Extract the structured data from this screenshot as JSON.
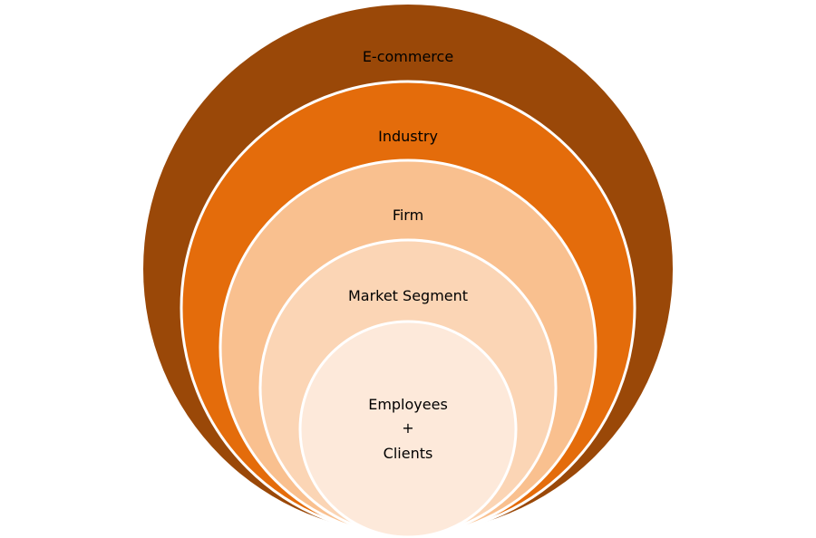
{
  "diagram": {
    "layers": [
      {
        "label": "E-commerce",
        "color": "#9A4808"
      },
      {
        "label": "Industry",
        "color": "#E46C0B"
      },
      {
        "label": "Firm",
        "color": "#F9C08F"
      },
      {
        "label": "Market Segment",
        "color": "#FBD5B5"
      },
      {
        "label_lines": [
          "Employees",
          "+",
          "Clients"
        ],
        "color": "#FDE9DA"
      }
    ]
  }
}
